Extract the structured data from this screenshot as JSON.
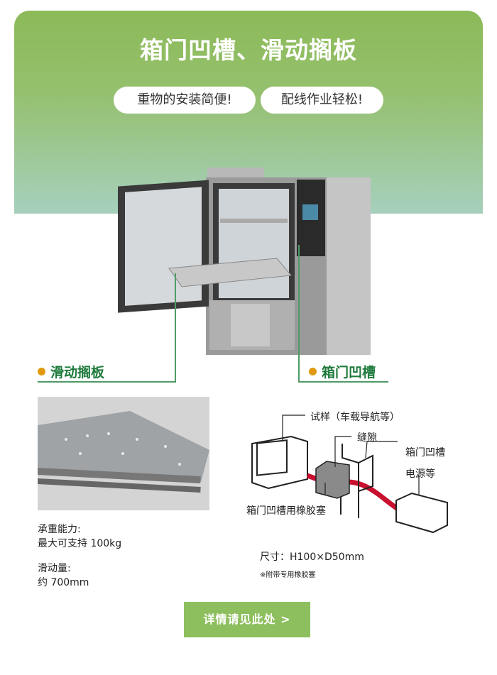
{
  "header": {
    "title": "箱门凹槽、滑动搁板",
    "pill_left": "重物的安装简便!",
    "pill_right": "配线作业轻松!"
  },
  "callouts": {
    "left": "滑动搁板",
    "right": "箱门凹槽"
  },
  "shelf": {
    "spec1_label": "承重能力:",
    "spec1_value": "最大可支持 100kg",
    "spec2_label": "滑动量:",
    "spec2_value": "约 700mm"
  },
  "diagram": {
    "sample": "试样（车载导航等）",
    "gap": "缝隙",
    "groove": "箱门凹槽",
    "power": "电源等",
    "plug": "箱门凹槽用橡胶塞",
    "size": "尺寸：H100×D50mm",
    "note": "※附带专用橡胶塞"
  },
  "cta": {
    "label": "详情请见此处  >"
  },
  "colors": {
    "accent": "#8ebf5e",
    "label_green": "#1e7a3c",
    "dot": "#e19a10",
    "cable": "#c8102e"
  }
}
